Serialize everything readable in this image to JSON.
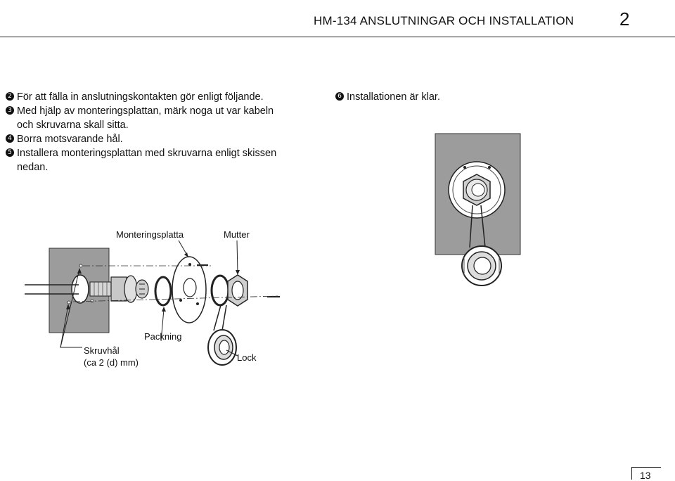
{
  "header": {
    "title": "HM-134 ANSLUTNINGAR OCH INSTALLATION",
    "chapter_number": "2"
  },
  "steps": [
    {
      "marker": "2",
      "lines": [
        "För att fälla in anslutningskontakten gör enligt följande."
      ]
    },
    {
      "marker": "3",
      "lines": [
        "Med hjälp av monteringsplattan, märk noga ut var kabeln",
        "och skruvarna skall sitta."
      ]
    },
    {
      "marker": "4",
      "lines": [
        "Borra motsvarande hål."
      ]
    },
    {
      "marker": "5",
      "lines": [
        "Installera monteringsplattan med skruvarna enligt skissen",
        "nedan."
      ]
    },
    {
      "marker": "6",
      "lines": [
        "Installationen är klar."
      ]
    }
  ],
  "diagram_labels": {
    "mounting_plate": "Monteringsplatta",
    "nut": "Mutter",
    "gasket": "Packning",
    "screw_hole_line1": "Skruvhål",
    "screw_hole_line2": "(ca 2 (d) mm)",
    "cap": "Lock"
  },
  "page_number": "13"
}
